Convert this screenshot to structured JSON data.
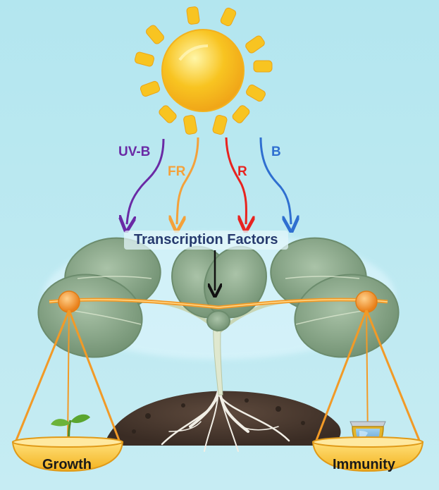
{
  "light_inputs": [
    {
      "label": "UV-B",
      "color": "#6a2aa5"
    },
    {
      "label": "FR",
      "color": "#f4a13a"
    },
    {
      "label": "R",
      "color": "#e8231f"
    },
    {
      "label": "B",
      "color": "#2f6fd0"
    }
  ],
  "center_label": "Transcription Factors",
  "scale": {
    "left_label": "Growth",
    "right_label": "Immunity"
  },
  "colors": {
    "sky": "#b3e6ef",
    "sun": "#f8c421",
    "scale_gold": "#f29a27",
    "leaf": "#8aa88a",
    "soil": "#4a3a30"
  },
  "icons": [
    "sun-icon",
    "seedling-icon",
    "shield-icon"
  ]
}
